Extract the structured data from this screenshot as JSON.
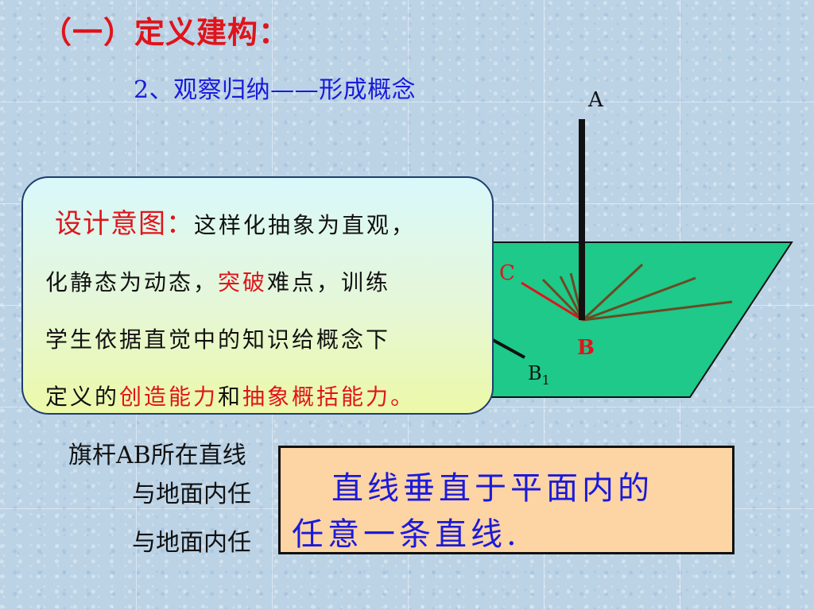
{
  "header": {
    "section_title": "（一）定义建构：",
    "subtitle": "2、观察归纳——形成概念"
  },
  "diagram": {
    "label_a": "A",
    "label_b": "B",
    "label_c": "C",
    "label_b1": "B",
    "label_b1_sub": "1"
  },
  "design_note": {
    "heading": "设计意图：",
    "line1": "这样化抽象为直观，",
    "line2_a": "化静态为动态，",
    "line2_b": "突破",
    "line2_c": "难点，训练",
    "line3": "学生依据直觉中的知识给概念下",
    "line4_a": "定义的",
    "line4_b": "创造能力",
    "line4_c": "和",
    "line4_d": "抽象概括能力",
    "line4_e": "。"
  },
  "description": {
    "line1": "旗杆AB所在直线",
    "line2": "与地面内任",
    "line3": "与地面内任"
  },
  "conclusion": {
    "line1": "直线垂直于平面内的",
    "line2": "任意一条直线."
  },
  "colors": {
    "title_red": "#e0141b",
    "subtitle_blue": "#1a1adb",
    "plane_green": "#1ec98a",
    "conclusion_bg": "#fdd4a3"
  }
}
